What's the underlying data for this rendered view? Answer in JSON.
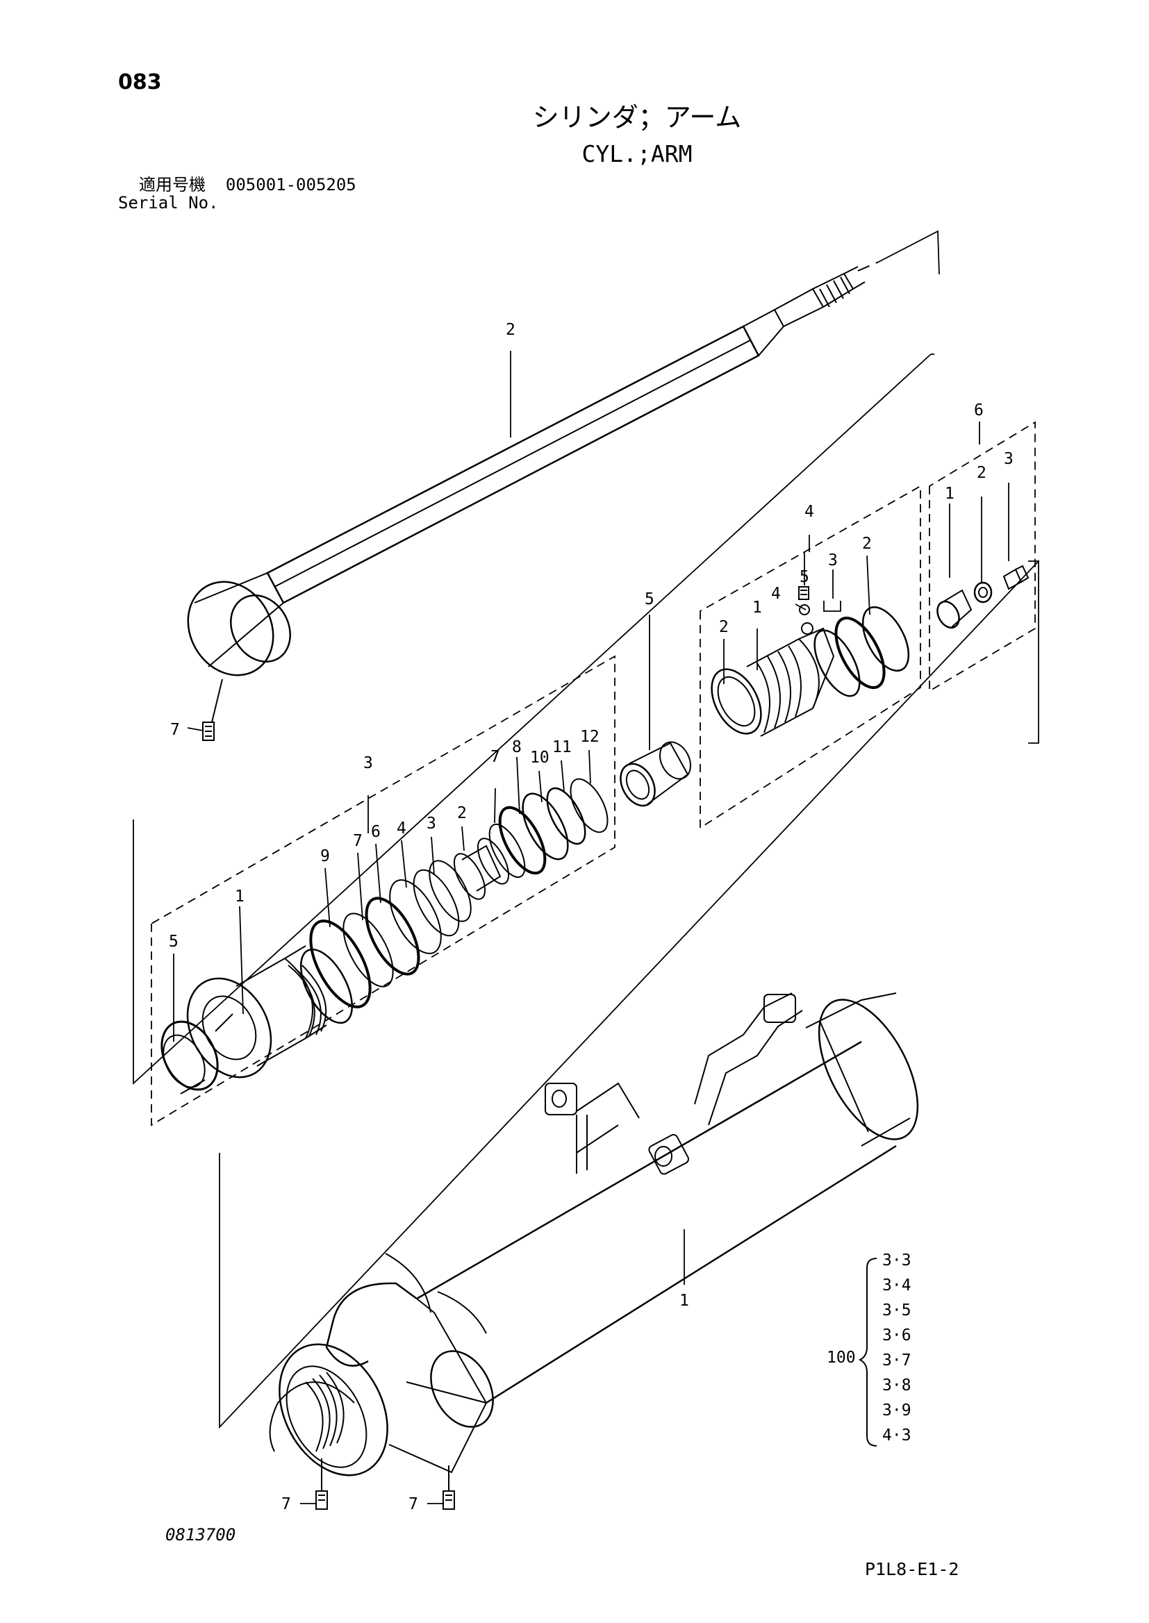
{
  "header": {
    "page_number": "083",
    "title_jp": "シリンダ；アーム",
    "title_en": "CYL.;ARM",
    "serial_label_jp": "適用号機",
    "serial_range": "005001-005205",
    "serial_label_en": "Serial No."
  },
  "callouts": {
    "rod_top": "2",
    "rod_grease": "7",
    "group_seal_kit": "6",
    "seal_kit_1": "1",
    "seal_kit_2": "2",
    "seal_kit_3": "3",
    "group_piston": "4",
    "piston_5": "5",
    "piston_4": "4",
    "piston_3": "3",
    "piston_2a": "2",
    "piston_2b": "2",
    "piston_1": "1",
    "bushing_5": "5",
    "group_head": "3",
    "head_5": "5",
    "head_1": "1",
    "head_9": "9",
    "head_7a": "7",
    "head_6": "6",
    "head_4": "4",
    "head_3": "3",
    "head_2": "2",
    "head_7b": "7",
    "head_8": "8",
    "head_10": "10",
    "head_11": "11",
    "head_12": "12",
    "tube_1": "1",
    "tube_grease_a": "7",
    "tube_grease_b": "7"
  },
  "seal_kit": {
    "label": "100",
    "items": [
      "3·3",
      "3·4",
      "3·5",
      "3·6",
      "3·7",
      "3·8",
      "3·9",
      "4·3"
    ]
  },
  "footer": {
    "drawing_number": "0813700",
    "sheet_code": "P1L8-E1-2"
  }
}
